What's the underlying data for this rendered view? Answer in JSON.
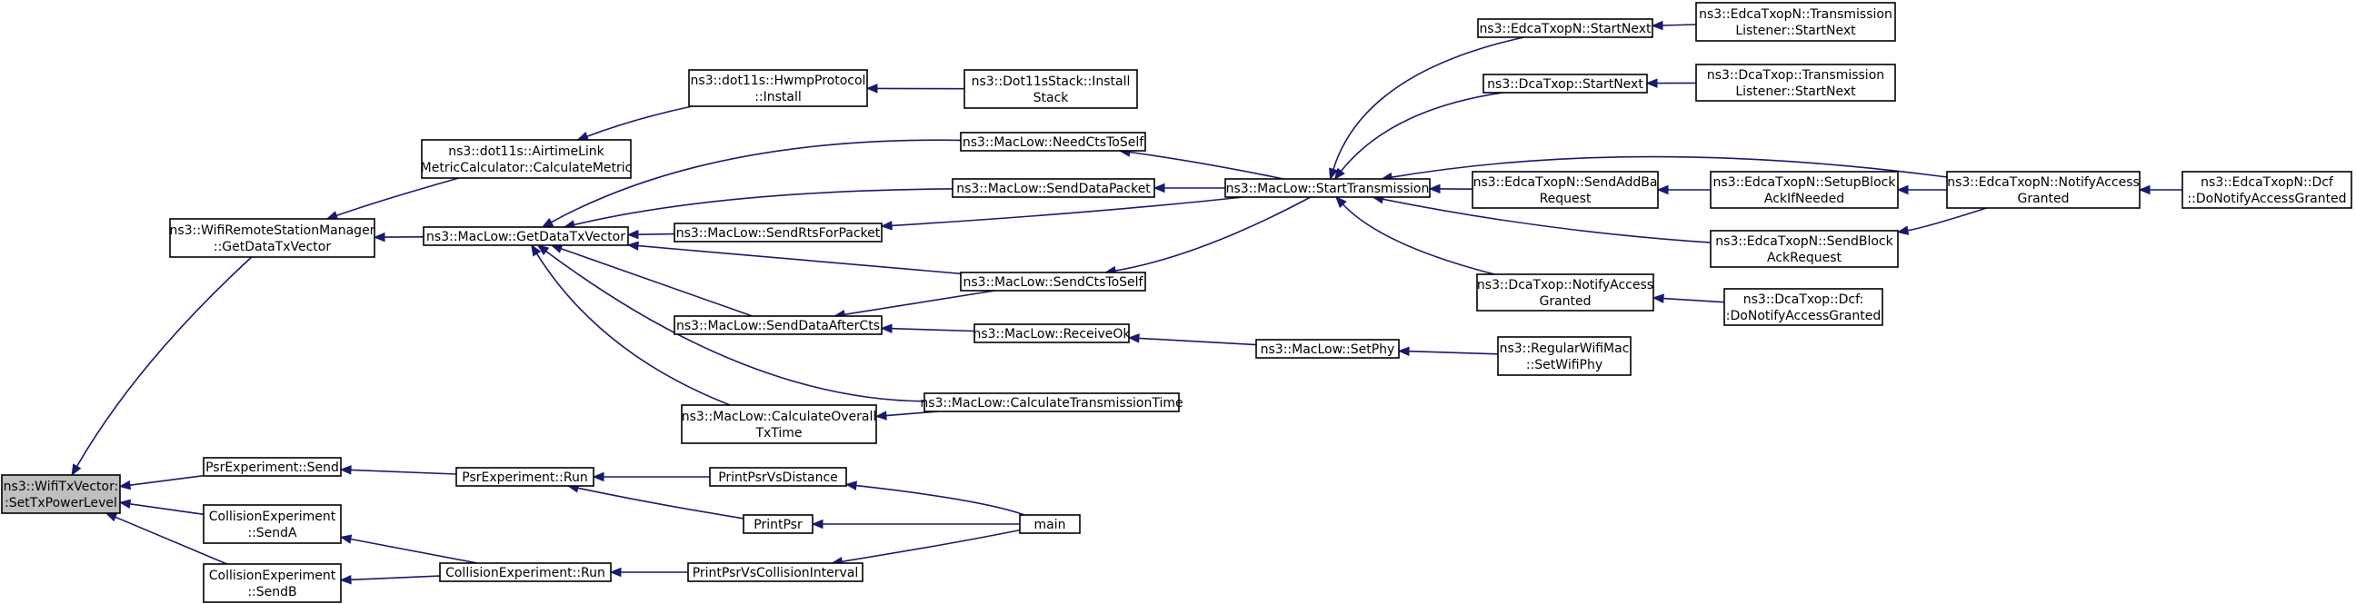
{
  "colors": {
    "edge": "#191970",
    "node_fill": "#ffffff",
    "root_fill": "#bfbfbf",
    "border": "#000000"
  },
  "nodes": [
    {
      "id": "root",
      "lines": [
        "ns3::WifiTxVector:",
        ":SetTxPowerLevel"
      ],
      "root": true
    },
    {
      "id": "wrsm",
      "lines": [
        "ns3::WifiRemoteStationManager",
        "::GetDataTxVector"
      ]
    },
    {
      "id": "psrsend",
      "lines": [
        "PsrExperiment::Send"
      ]
    },
    {
      "id": "cesendA",
      "lines": [
        "CollisionExperiment",
        "::SendA"
      ]
    },
    {
      "id": "cesendB",
      "lines": [
        "CollisionExperiment",
        "::SendB"
      ]
    },
    {
      "id": "airtime",
      "lines": [
        "ns3::dot11s::AirtimeLink",
        "MetricCalculator::CalculateMetric"
      ]
    },
    {
      "id": "getdtx",
      "lines": [
        "ns3::MacLow::GetDataTxVector"
      ]
    },
    {
      "id": "psrrun",
      "lines": [
        "PsrExperiment::Run"
      ]
    },
    {
      "id": "cerun",
      "lines": [
        "CollisionExperiment::Run"
      ]
    },
    {
      "id": "hwmp",
      "lines": [
        "ns3::dot11s::HwmpProtocol",
        "::Install"
      ]
    },
    {
      "id": "rtsforpkt",
      "lines": [
        "ns3::MacLow::SendRtsForPacket"
      ]
    },
    {
      "id": "sdac",
      "lines": [
        "ns3::MacLow::SendDataAfterCts"
      ]
    },
    {
      "id": "calcoverall",
      "lines": [
        "ns3::MacLow::CalculateOverall",
        "TxTime"
      ]
    },
    {
      "id": "ppvd",
      "lines": [
        "PrintPsrVsDistance"
      ]
    },
    {
      "id": "printpsr",
      "lines": [
        "PrintPsr"
      ]
    },
    {
      "id": "ppvci",
      "lines": [
        "PrintPsrVsCollisionInterval"
      ]
    },
    {
      "id": "dot11sstack",
      "lines": [
        "ns3::Dot11sStack::Install",
        "Stack"
      ]
    },
    {
      "id": "needcts",
      "lines": [
        "ns3::MacLow::NeedCtsToSelf"
      ]
    },
    {
      "id": "senddata",
      "lines": [
        "ns3::MacLow::SendDataPacket"
      ]
    },
    {
      "id": "sendcts",
      "lines": [
        "ns3::MacLow::SendCtsToSelf"
      ]
    },
    {
      "id": "receiveok",
      "lines": [
        "ns3::MacLow::ReceiveOk"
      ]
    },
    {
      "id": "calctx",
      "lines": [
        "ns3::MacLow::CalculateTransmissionTime"
      ]
    },
    {
      "id": "main",
      "lines": [
        "main"
      ]
    },
    {
      "id": "starttx",
      "lines": [
        "ns3::MacLow::StartTransmission"
      ]
    },
    {
      "id": "setphy",
      "lines": [
        "ns3::MacLow::SetPhy"
      ]
    },
    {
      "id": "edcastart",
      "lines": [
        "ns3::EdcaTxopN::StartNext"
      ]
    },
    {
      "id": "dcastart",
      "lines": [
        "ns3::DcaTxop::StartNext"
      ]
    },
    {
      "id": "sendaddba",
      "lines": [
        "ns3::EdcaTxopN::SendAddBa",
        "Request"
      ]
    },
    {
      "id": "dcanotify",
      "lines": [
        "ns3::DcaTxop::NotifyAccess",
        "Granted"
      ]
    },
    {
      "id": "regwifi",
      "lines": [
        "ns3::RegularWifiMac",
        "::SetWifiPhy"
      ]
    },
    {
      "id": "edcatl",
      "lines": [
        "ns3::EdcaTxopN::Transmission",
        "Listener::StartNext"
      ]
    },
    {
      "id": "dcatl",
      "lines": [
        "ns3::DcaTxop::Transmission",
        "Listener::StartNext"
      ]
    },
    {
      "id": "setupblock",
      "lines": [
        "ns3::EdcaTxopN::SetupBlock",
        "AckIfNeeded"
      ]
    },
    {
      "id": "sendblock",
      "lines": [
        "ns3::EdcaTxopN::SendBlock",
        "AckRequest"
      ]
    },
    {
      "id": "dcadcf",
      "lines": [
        "ns3::DcaTxop::Dcf:",
        ":DoNotifyAccessGranted"
      ]
    },
    {
      "id": "edcanotify",
      "lines": [
        "ns3::EdcaTxopN::NotifyAccess",
        "Granted"
      ]
    },
    {
      "id": "edcadcf",
      "lines": [
        "ns3::EdcaTxopN::Dcf",
        "::DoNotifyAccessGranted"
      ]
    }
  ],
  "edges": [
    {
      "from": "wrsm",
      "to": "root"
    },
    {
      "from": "psrsend",
      "to": "root"
    },
    {
      "from": "cesendA",
      "to": "root"
    },
    {
      "from": "cesendB",
      "to": "root"
    },
    {
      "from": "airtime",
      "to": "wrsm"
    },
    {
      "from": "getdtx",
      "to": "wrsm"
    },
    {
      "from": "psrrun",
      "to": "psrsend"
    },
    {
      "from": "cerun",
      "to": "cesendA"
    },
    {
      "from": "cerun",
      "to": "cesendB"
    },
    {
      "from": "hwmp",
      "to": "airtime"
    },
    {
      "from": "dot11sstack",
      "to": "hwmp"
    },
    {
      "from": "needcts",
      "to": "getdtx"
    },
    {
      "from": "senddata",
      "to": "getdtx"
    },
    {
      "from": "rtsforpkt",
      "to": "getdtx"
    },
    {
      "from": "sendcts",
      "to": "getdtx"
    },
    {
      "from": "sdac",
      "to": "getdtx"
    },
    {
      "from": "calcoverall",
      "to": "getdtx"
    },
    {
      "from": "calctx",
      "to": "getdtx"
    },
    {
      "from": "starttx",
      "to": "needcts"
    },
    {
      "from": "starttx",
      "to": "senddata"
    },
    {
      "from": "starttx",
      "to": "rtsforpkt"
    },
    {
      "from": "starttx",
      "to": "sendcts"
    },
    {
      "from": "sendcts",
      "to": "sdac"
    },
    {
      "from": "receiveok",
      "to": "sdac"
    },
    {
      "from": "setphy",
      "to": "receiveok"
    },
    {
      "from": "regwifi",
      "to": "setphy"
    },
    {
      "from": "calctx",
      "to": "calcoverall"
    },
    {
      "from": "edcastart",
      "to": "starttx"
    },
    {
      "from": "dcastart",
      "to": "starttx"
    },
    {
      "from": "sendaddba",
      "to": "starttx"
    },
    {
      "from": "edcanotify",
      "to": "starttx"
    },
    {
      "from": "sendblock",
      "to": "starttx"
    },
    {
      "from": "dcanotify",
      "to": "starttx"
    },
    {
      "from": "edcatl",
      "to": "edcastart"
    },
    {
      "from": "dcatl",
      "to": "dcastart"
    },
    {
      "from": "setupblock",
      "to": "sendaddba"
    },
    {
      "from": "edcanotify",
      "to": "setupblock"
    },
    {
      "from": "edcanotify",
      "to": "sendblock"
    },
    {
      "from": "edcadcf",
      "to": "edcanotify"
    },
    {
      "from": "dcadcf",
      "to": "dcanotify"
    },
    {
      "from": "ppvd",
      "to": "psrrun"
    },
    {
      "from": "printpsr",
      "to": "psrrun"
    },
    {
      "from": "ppvci",
      "to": "cerun"
    },
    {
      "from": "main",
      "to": "ppvd"
    },
    {
      "from": "main",
      "to": "printpsr"
    },
    {
      "from": "main",
      "to": "ppvci"
    }
  ]
}
